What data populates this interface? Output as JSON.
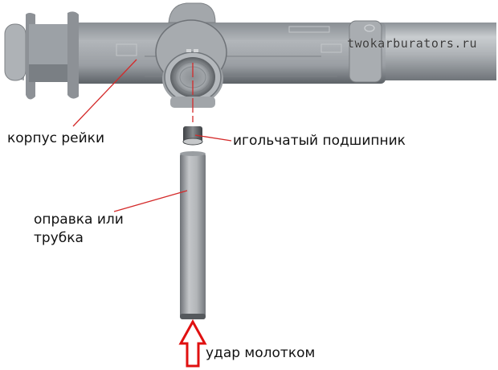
{
  "diagram": {
    "subject": "steering rack needle bearing installation",
    "watermark": "twokarburators.ru",
    "labels": {
      "rack_housing": "корпус рейки",
      "needle_bearing": "игольчатый подшипник",
      "mandrel": "оправка или",
      "mandrel_line2": "трубка",
      "hammer_blow": "удар молотком"
    },
    "colors": {
      "leader_line": "#d42a2a",
      "arrow": "#e01010",
      "metal_light": "#b8bcc0",
      "metal_dark": "#6e7378",
      "background": "#ffffff"
    },
    "icons": {
      "arrow": "arrow-up-outline-icon"
    }
  }
}
